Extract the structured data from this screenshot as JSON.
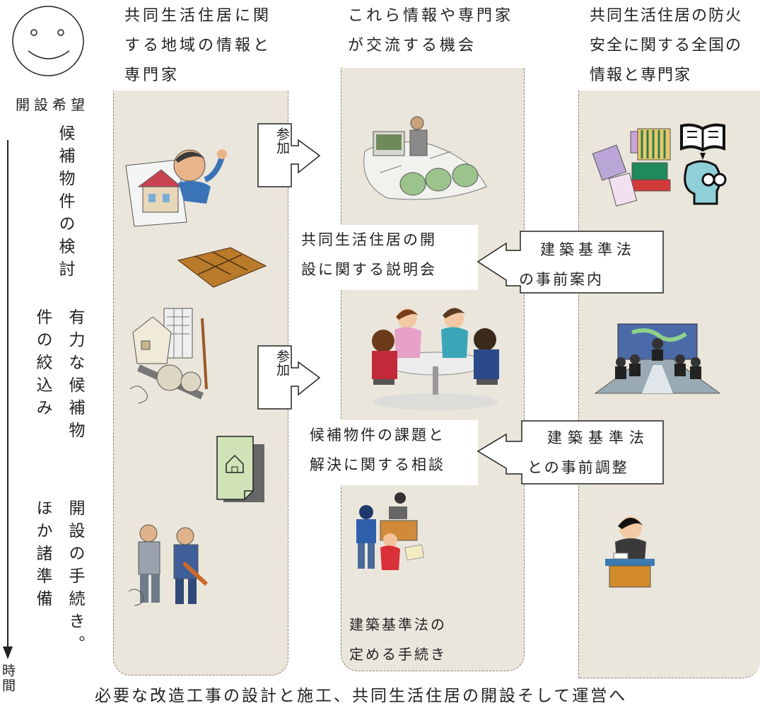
{
  "headers": {
    "local_line1": "共同生活住居に関",
    "local_line2": "する地域の情報と",
    "local_line3": "専門家",
    "exchange_line1": "これら情報や専門家",
    "exchange_line2": "が交流する機会",
    "national_line1": "共同生活住居の防火",
    "national_line2": "安全に関する全国の",
    "national_line3": "情報と専門家"
  },
  "face_label": "開設希望",
  "stages": {
    "stage1": "候補物件の検討",
    "stage2_col_a": "有力な候補物",
    "stage2_col_b": "件の絞込み",
    "stage3_col_a": "開設の手続き。",
    "stage3_col_b": "ほか諸準備"
  },
  "time_label": "時間",
  "arrows": {
    "participate1": "参加",
    "participate2": "参加"
  },
  "boxes": {
    "briefing_line1": "共同生活住居の開",
    "briefing_line2": "設に関する説明会",
    "prior_guidance_line1": "建築基準法",
    "prior_guidance_line2": "の事前案内",
    "consult_line1": "候補物件の課題と",
    "consult_line2": "解決に関する相談",
    "prior_coord_line1": "建築基準法",
    "prior_coord_line2": "との事前調整",
    "procedure_line1": "建築基準法の",
    "procedure_line2": "定める手続き"
  },
  "footer": "必要な改造工事の設計と施工、共同生活住居の開設そして運営へ"
}
